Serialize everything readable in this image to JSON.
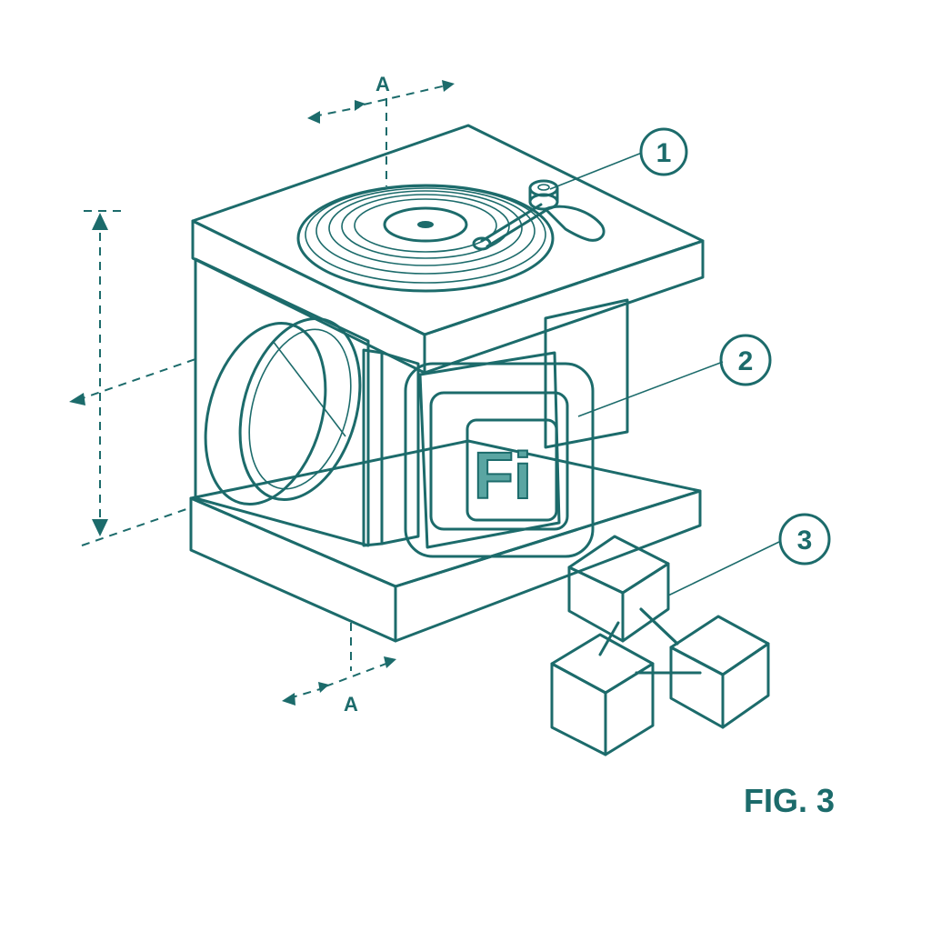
{
  "section": {
    "marker": "A"
  },
  "callouts": [
    "1",
    "2",
    "3"
  ],
  "logo": {
    "text": "Fi"
  },
  "figure": {
    "label": "FIG. 3"
  },
  "colors": {
    "ink": "#1c6b6b",
    "tile_fill": "#e7f3f2",
    "logo_fill": "#cfe6e4"
  }
}
